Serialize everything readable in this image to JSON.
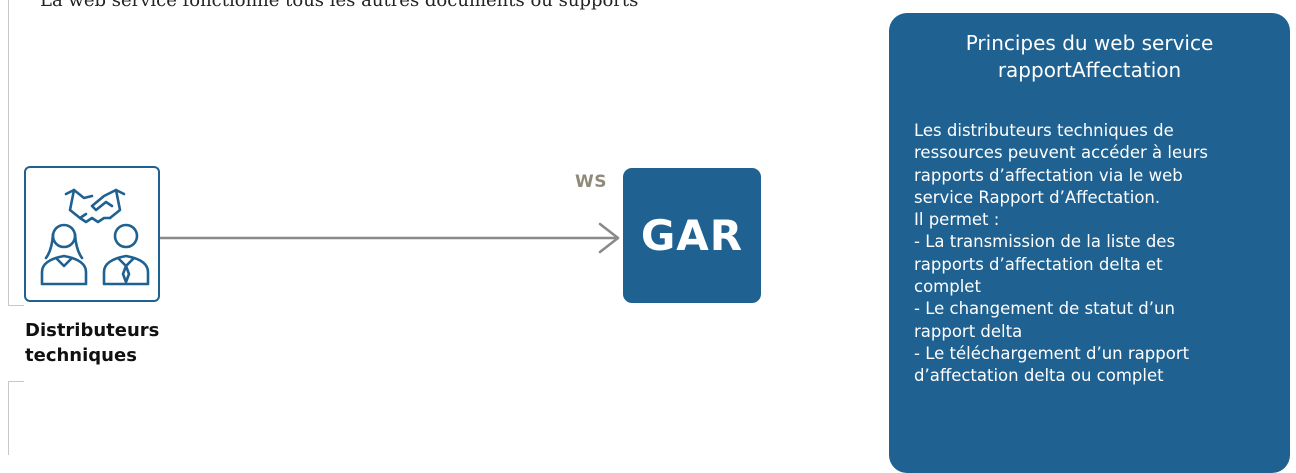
{
  "header": {
    "text": "La web service fonctionne tous les autres documents ou supports"
  },
  "actor": {
    "label": "Distributeurs\ntechniques",
    "icon": "handshake-users-icon"
  },
  "connector": {
    "protocol": "WS"
  },
  "target": {
    "label": "GAR"
  },
  "info_panel": {
    "title": "Principes du web service\nrapportAffectation",
    "body": "Les distributeurs techniques de\nressources peuvent accéder à leurs\nrapports d’affectation via le web\nservice Rapport d’Affectation.\nIl permet :\n- La transmission de la liste des\nrapports d’affectation delta et\ncomplet\n- Le changement de statut d’un\nrapport delta\n- Le téléchargement d’un rapport\nd’affectation delta ou complet"
  },
  "colors": {
    "primary": "#1f6190",
    "connector": "#8a8a8a",
    "ws_label": "#8f8a7a"
  }
}
